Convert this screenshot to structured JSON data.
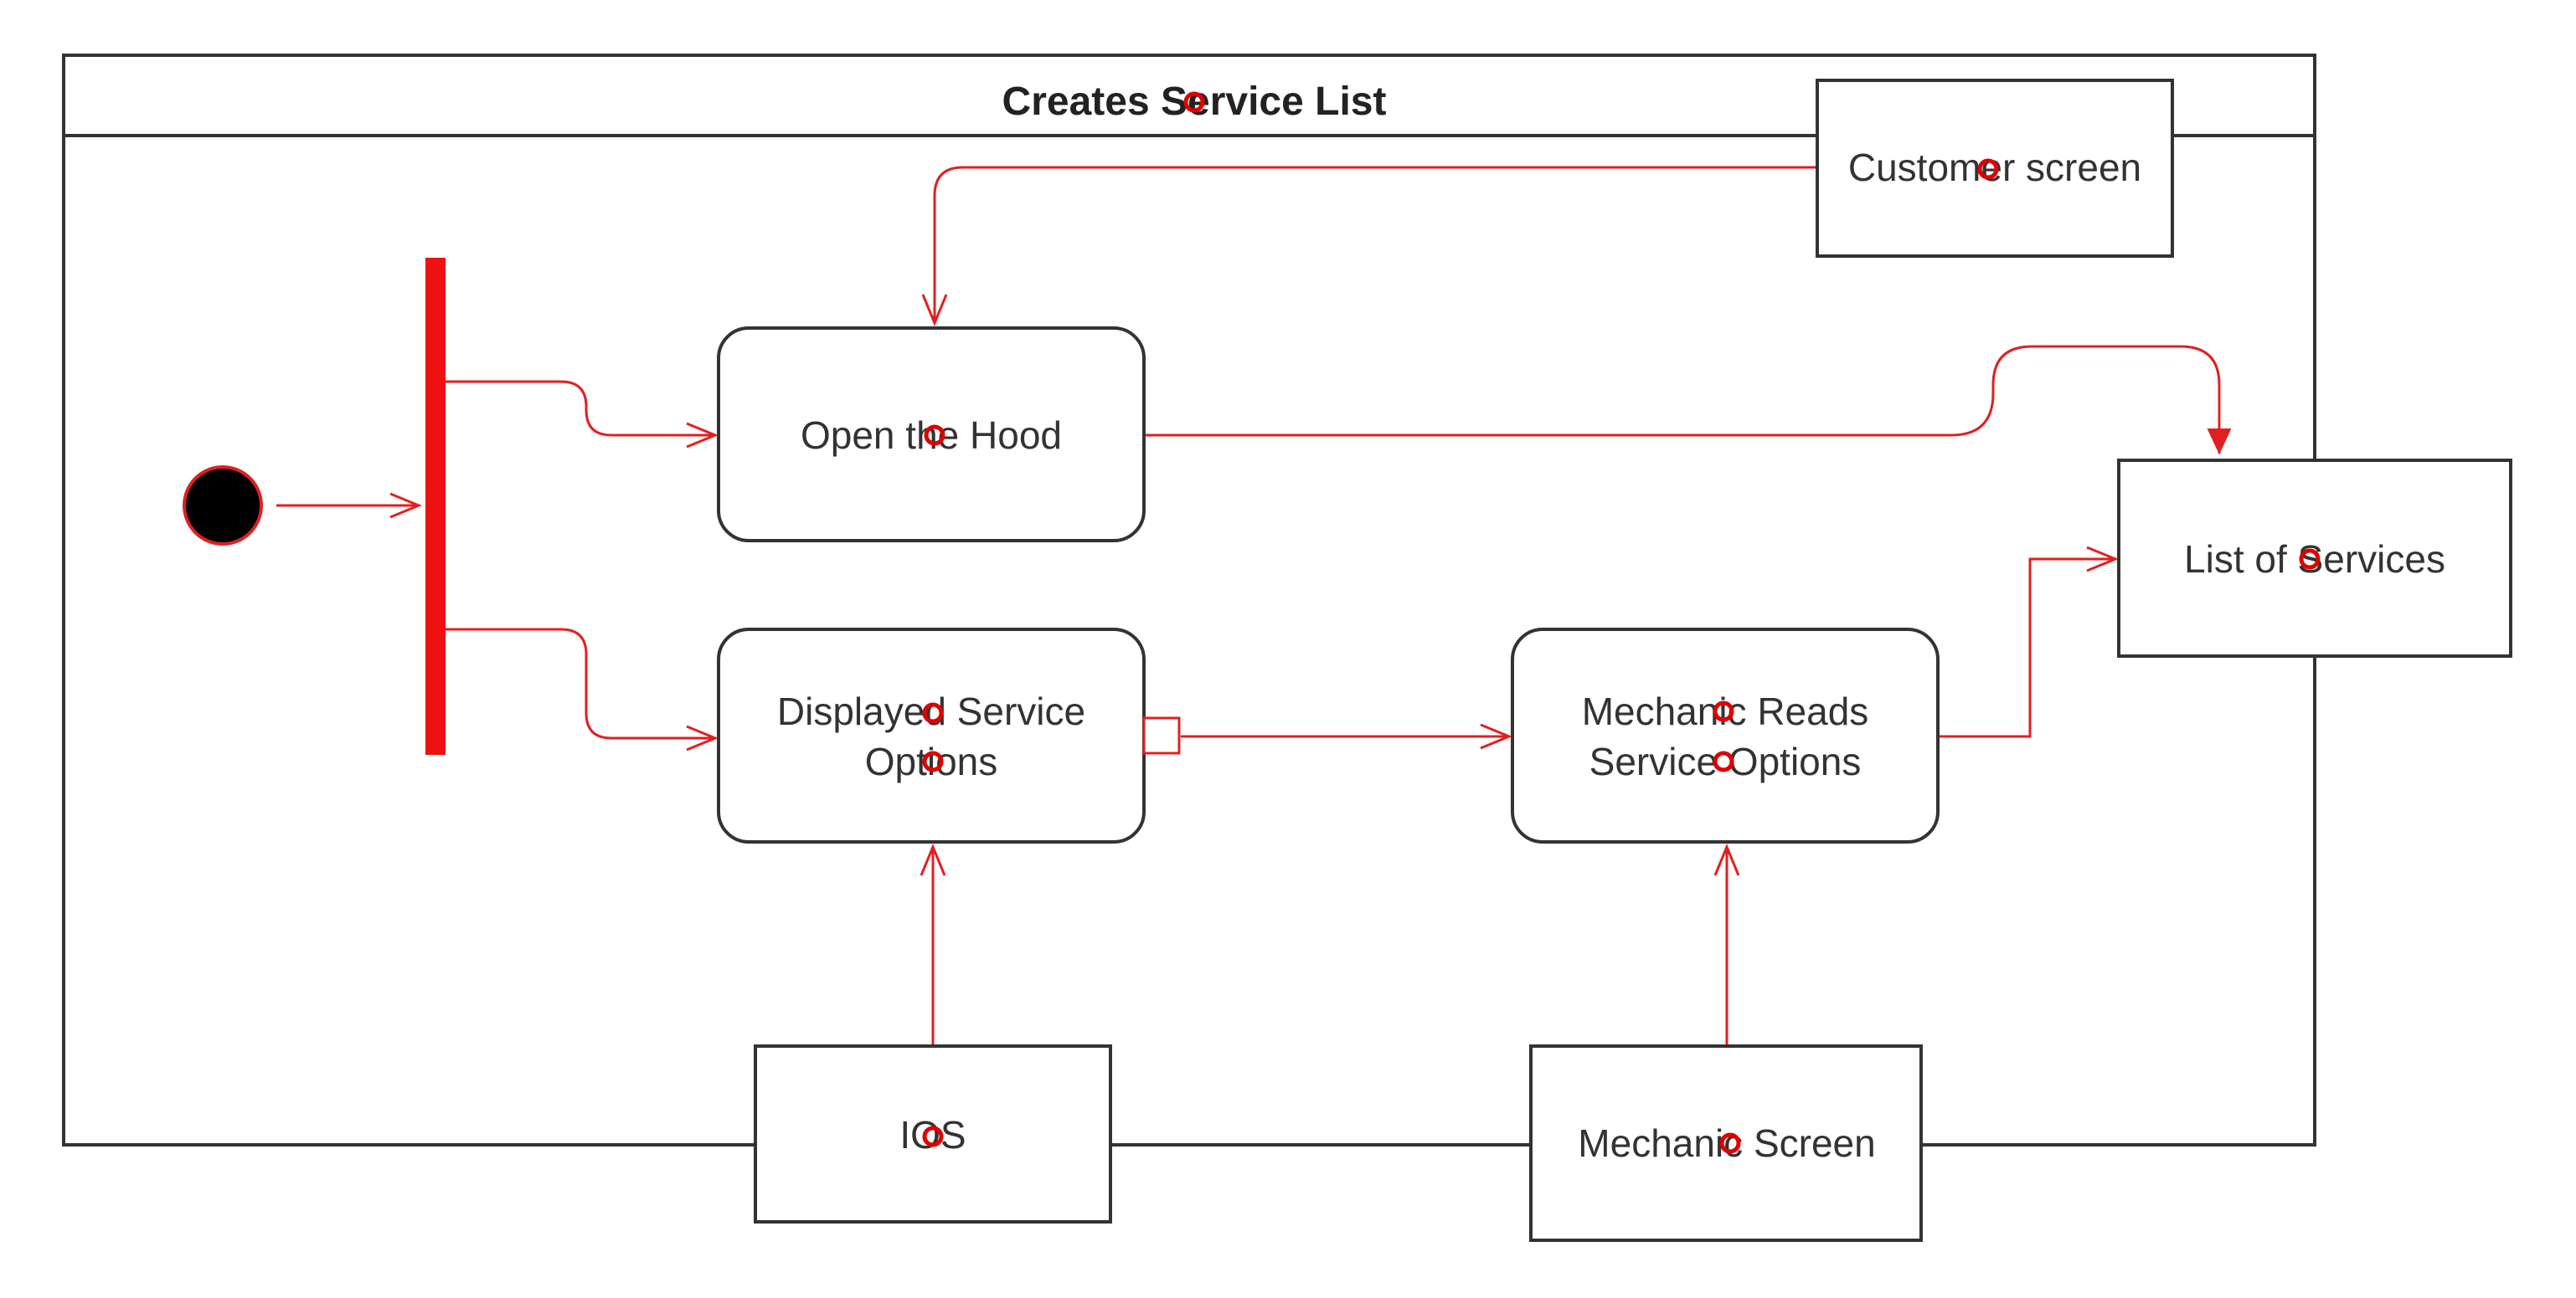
{
  "diagram": {
    "frame_title": "Creates Service List",
    "nodes": {
      "customer_screen": "Customer screen",
      "open_hood": "Open the Hood",
      "list_of_services": "List of Services",
      "displayed_service_options": [
        "Displayed Service",
        "Options"
      ],
      "mechanic_reads": [
        "Mechanic Reads",
        "Service Options"
      ],
      "ios": "IOS",
      "mechanic_screen": "Mechanic Screen"
    }
  },
  "colors": {
    "edge": "#e02020",
    "fork_bar": "#ee1111",
    "initial_node": "#000000",
    "outline": "#333333",
    "marker": "#e00000"
  }
}
